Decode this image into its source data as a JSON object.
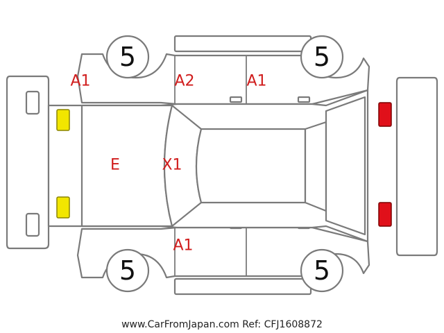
{
  "damage_marks": [
    {
      "code": "A1",
      "zone": "front-left-fender"
    },
    {
      "code": "A2",
      "zone": "front-left-door"
    },
    {
      "code": "A1",
      "zone": "rear-left-door"
    },
    {
      "code": "E",
      "zone": "hood"
    },
    {
      "code": "X1",
      "zone": "windshield"
    },
    {
      "code": "A1",
      "zone": "front-right-door"
    }
  ],
  "tire_grades": [
    {
      "position": "front-left",
      "value": "5"
    },
    {
      "position": "rear-left",
      "value": "5"
    },
    {
      "position": "front-right",
      "value": "5"
    },
    {
      "position": "rear-right",
      "value": "5"
    }
  ],
  "lights": {
    "front": [
      {
        "position": "front-left"
      },
      {
        "position": "front-right"
      }
    ],
    "rear": [
      {
        "position": "rear-left"
      },
      {
        "position": "rear-right"
      }
    ]
  },
  "footer_text": "www.CarFromJapan.com Ref: CFJ1608872",
  "colors": {
    "mark": "#d01c1c",
    "outline": "#7a7a7a",
    "front_light": "#f2e600",
    "rear_light": "#e0101a",
    "grade_text": "#111111"
  }
}
